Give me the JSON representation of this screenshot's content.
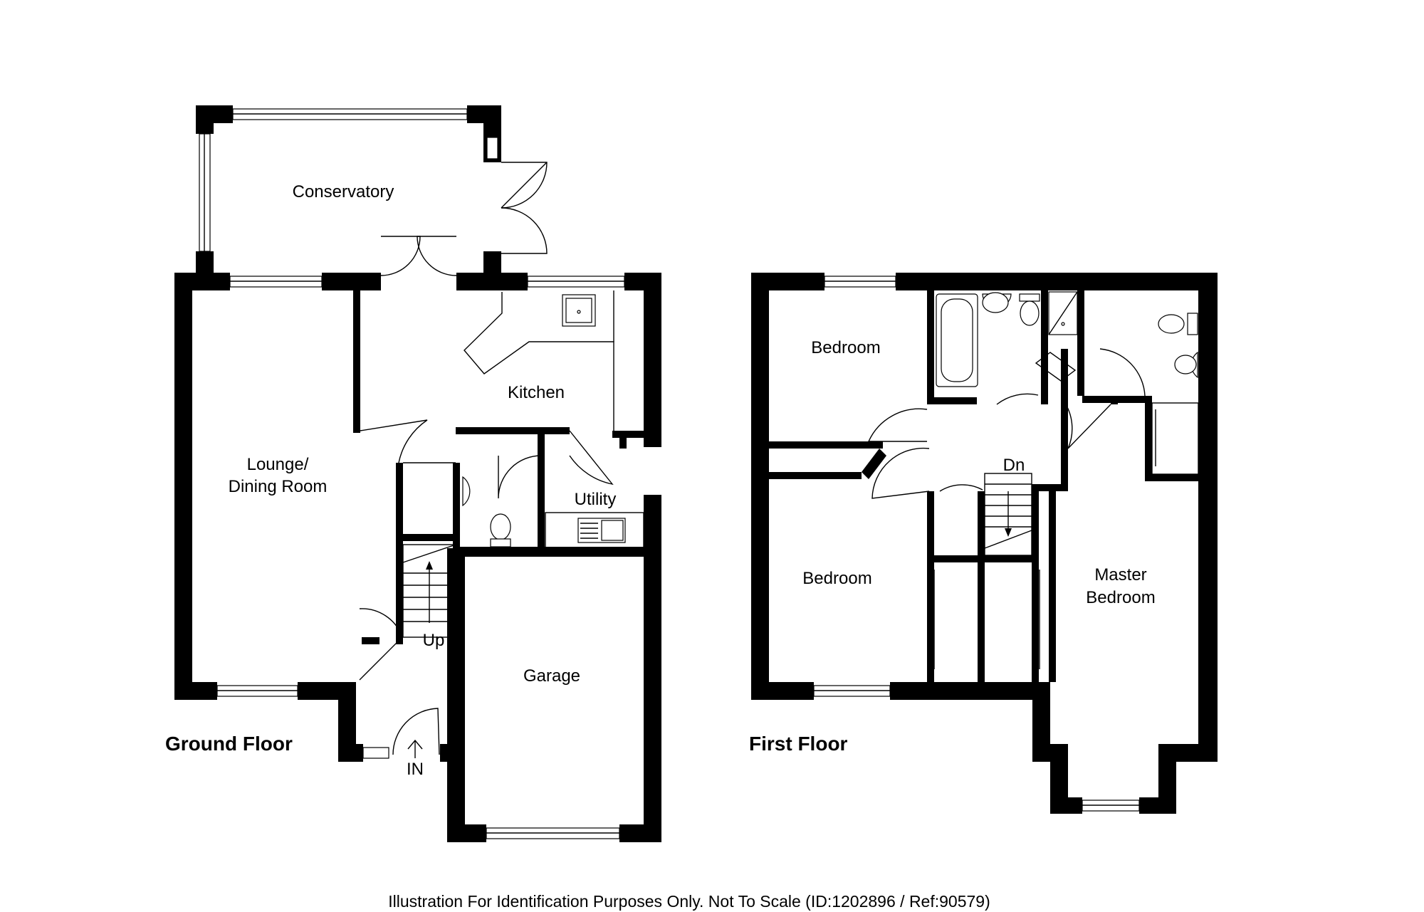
{
  "ground_floor": {
    "label": "Ground Floor",
    "rooms": {
      "conservatory": "Conservatory",
      "lounge_line1": "Lounge/",
      "lounge_line2": "Dining Room",
      "kitchen": "Kitchen",
      "utility": "Utility",
      "garage": "Garage"
    },
    "stairs_label": "Up",
    "entrance_label": "IN"
  },
  "first_floor": {
    "label": "First Floor",
    "rooms": {
      "bedroom_top": "Bedroom",
      "bedroom_bottom": "Bedroom",
      "master_line1": "Master",
      "master_line2": "Bedroom"
    },
    "stairs_label": "Dn"
  },
  "footer": "Illustration For Identification Purposes Only. Not To Scale (ID:1202896 / Ref:90579)"
}
